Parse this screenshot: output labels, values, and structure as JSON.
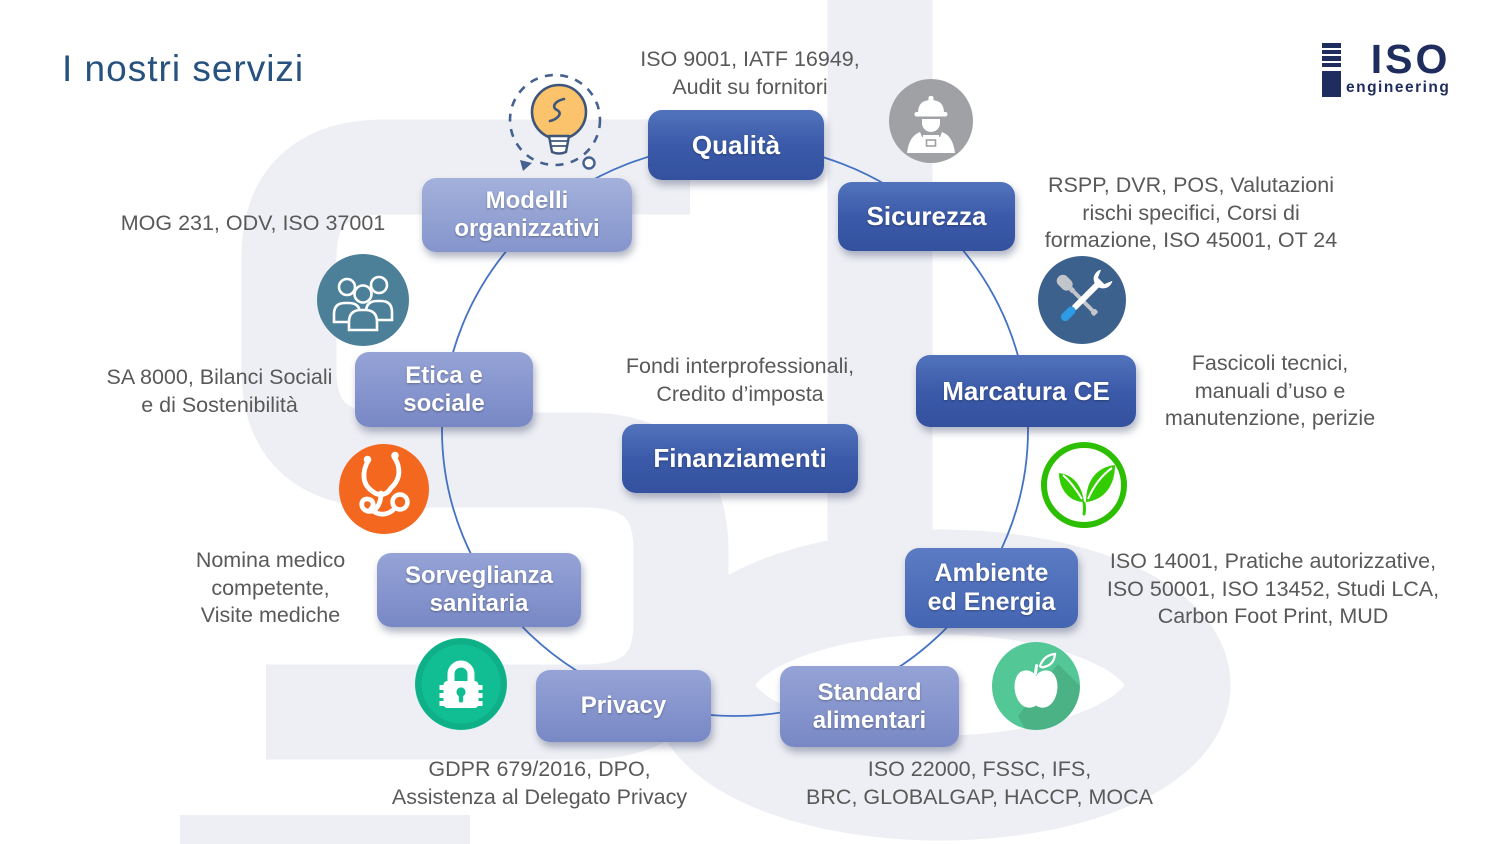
{
  "title": "I nostri servizi",
  "logo": {
    "name": "ISO",
    "subtitle": "engineering"
  },
  "colors": {
    "accent_dark": "#3B5AA9",
    "accent_medium": "#4465B2",
    "accent_light": "#7888C5",
    "connector_line": "#4472C4",
    "note_gray": "#595959",
    "title_navy": "#27517E",
    "logo_navy": "#1E2C5E",
    "lightbulb_orange": "#FBC36B",
    "worker_gray": "#9FA1A4",
    "tools_blue": "#3C618D",
    "leaves_green": "#33CC00",
    "apple_teal": "#53C795",
    "lock_emerald": "#11BD92",
    "stethoscope_orange": "#F4671F",
    "people_teal": "#4C8099"
  },
  "services": {
    "qualita": {
      "label": "Qualità",
      "note": "ISO 9001, IATF 16949,\nAudit su fornitori",
      "icon": "lightbulb-icon"
    },
    "sicurezza": {
      "label": "Sicurezza",
      "note": "RSPP, DVR, POS, Valutazioni\nrischi specifici, Corsi di\nformazione, ISO 45001, OT 24",
      "icon": "worker-icon"
    },
    "marcatura": {
      "label": "Marcatura CE",
      "note": "Fascicoli tecnici,\nmanuali d’uso e\nmanutenzione, perizie",
      "icon": "tools-icon"
    },
    "ambiente": {
      "label": "Ambiente\ned Energia",
      "note": "ISO 14001, Pratiche autorizzative,\nISO 50001, ISO 13452, Studi LCA,\nCarbon Foot Print, MUD",
      "icon": "leaves-icon"
    },
    "standard": {
      "label": "Standard\nalimentari",
      "note": "ISO 22000, FSSC, IFS,\nBRC, GLOBALGAP, HACCP, MOCA",
      "icon": "apple-icon"
    },
    "privacy": {
      "label": "Privacy",
      "note": "GDPR 679/2016, DPO,\nAssistenza al Delegato Privacy",
      "icon": "lock-icon"
    },
    "sorveglianza": {
      "label": "Sorveglianza\nsanitaria",
      "note": "Nomina medico\ncompetente,\nVisite mediche",
      "icon": "stethoscope-icon"
    },
    "etica": {
      "label": "Etica e\nsociale",
      "note": "SA 8000, Bilanci Sociali\ne di Sostenibilità",
      "icon": "people-icon"
    },
    "modelli": {
      "label": "Modelli\norganizzativi",
      "note": "MOG 231, ODV, ISO 37001",
      "icon": ""
    },
    "finanziamenti": {
      "label": "Finanziamenti",
      "note": "Fondi interprofessionali,\nCredito d’imposta",
      "icon": ""
    }
  }
}
